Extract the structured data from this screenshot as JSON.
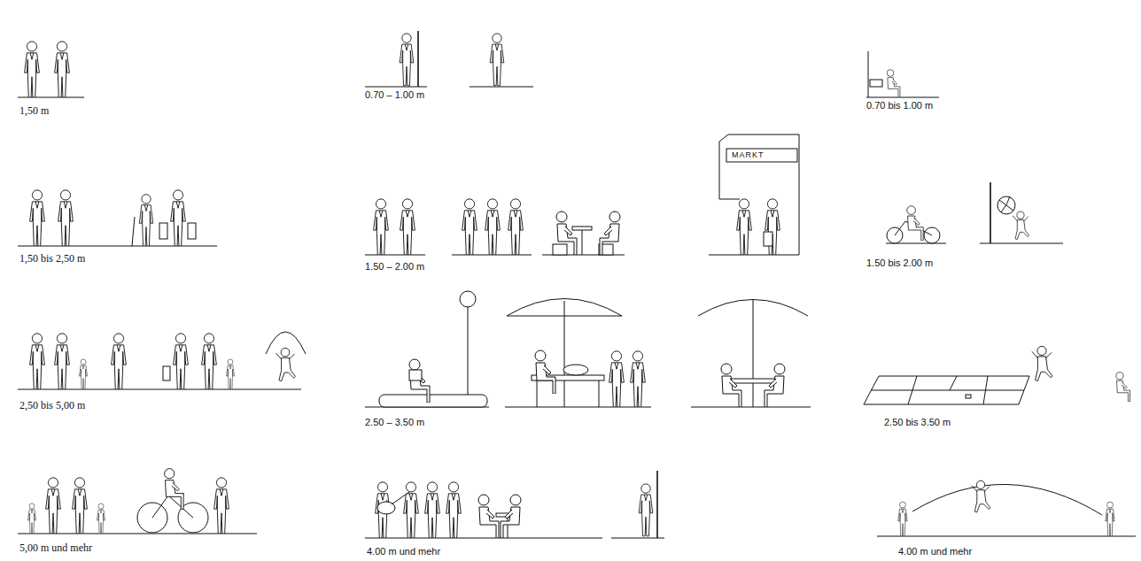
{
  "diagram": {
    "labels": [
      "1,50 m",
      "0.70 – 1.00 m",
      "0.70 bis 1.00 m",
      "1,50 bis 2,50 m",
      "1.50 – 2.00 m",
      "MARKT",
      "1.50 bis 2.00 m",
      "2,50 bis 5,00 m",
      "2.50 – 3.50 m",
      "2.50 bis 3.50 m",
      "5,00 m und mehr",
      "4.00 m und mehr",
      "4.00 m und mehr"
    ]
  }
}
